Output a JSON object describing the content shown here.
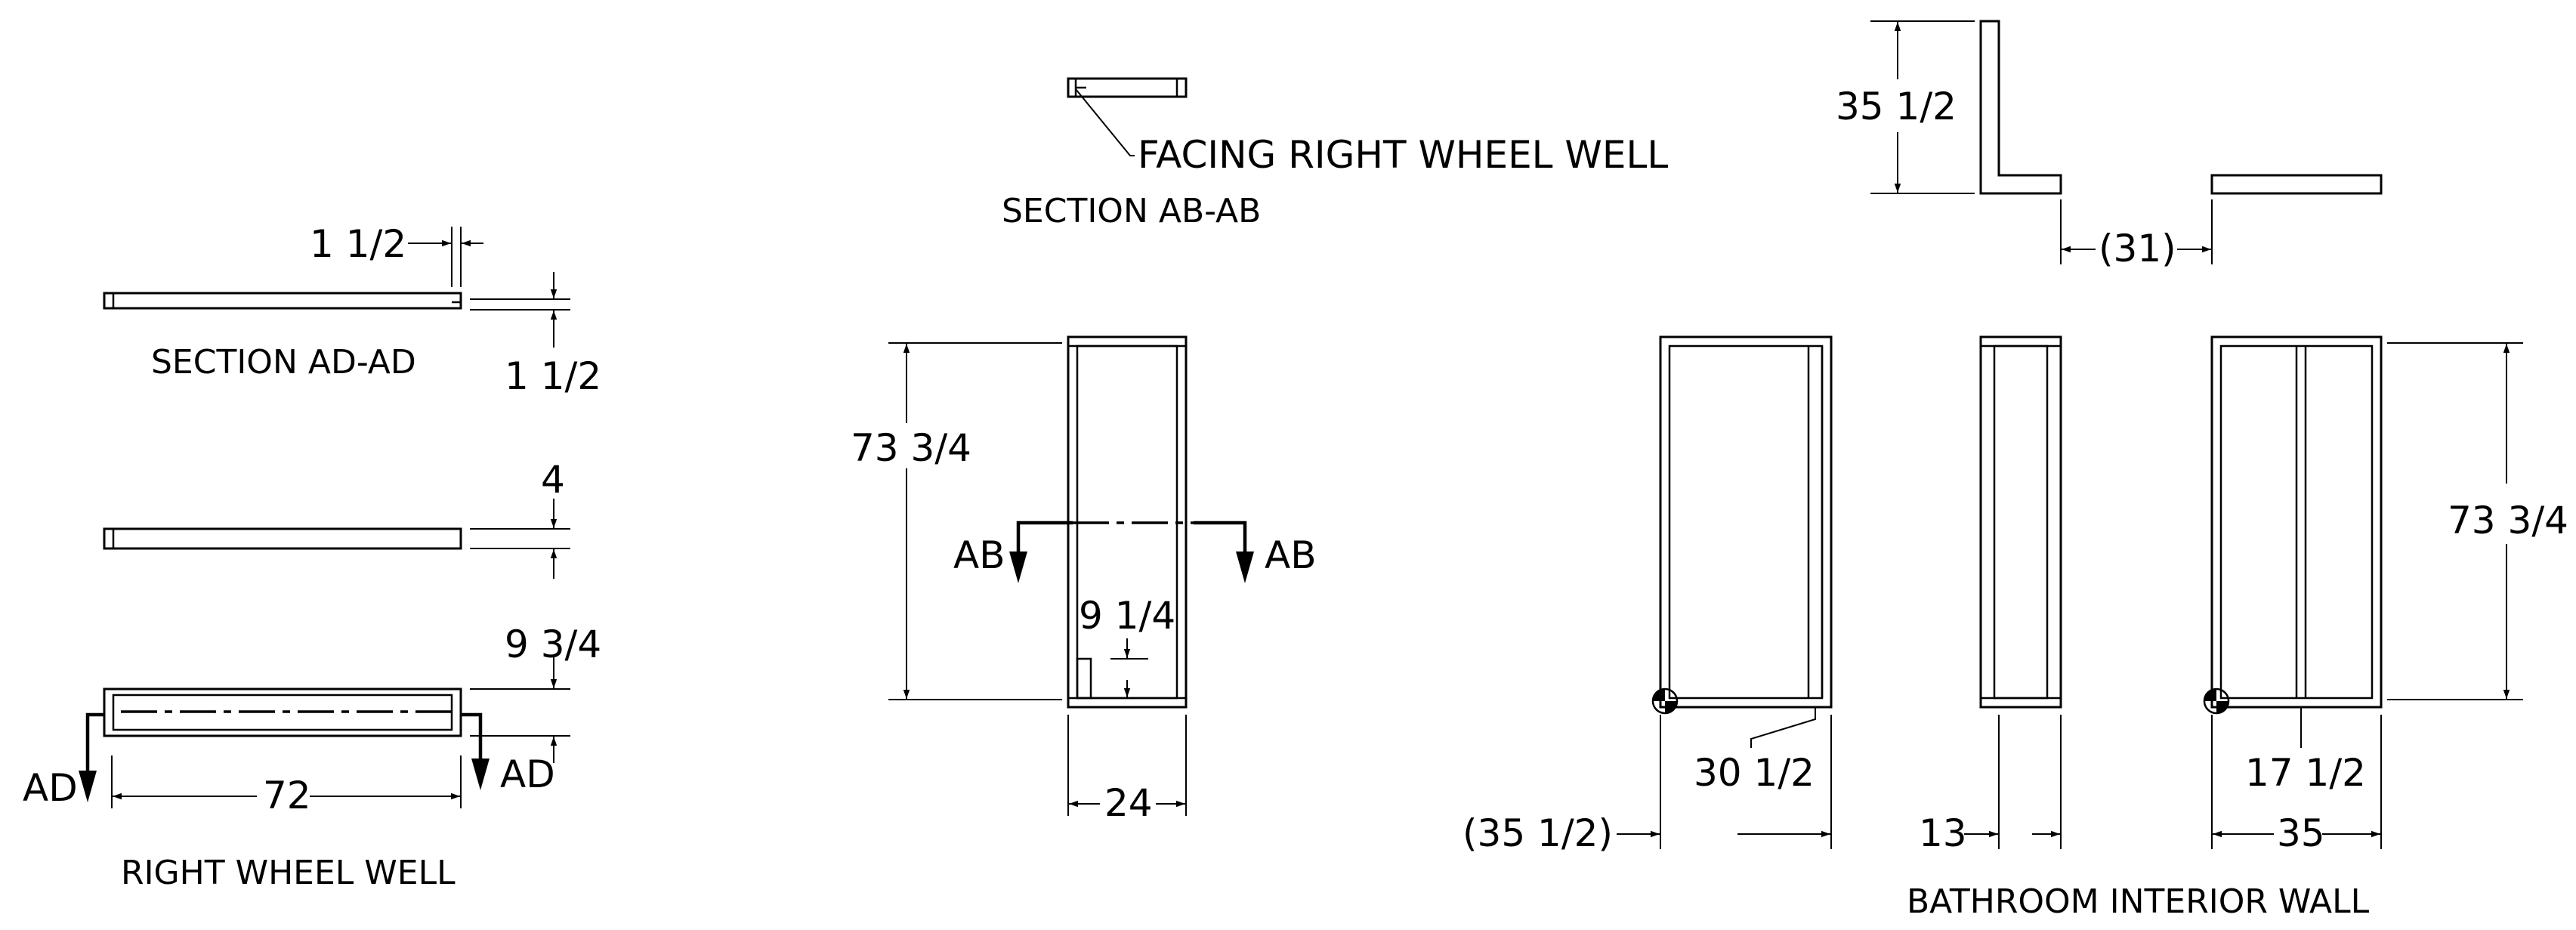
{
  "right_wheel_well": {
    "section_title": "SECTION AD-AD",
    "title": "RIGHT WHEEL WELL",
    "dim_thickness_x": "1 1/2",
    "dim_thickness_y": "1 1/2",
    "dim_height_4": "4",
    "dim_height_9": "9 3/4",
    "dim_length": "72",
    "cut_label_left": "AD",
    "cut_label_right": "AD"
  },
  "section_ab": {
    "title": "SECTION AB-AB",
    "callout": "FACING RIGHT WHEEL WELL"
  },
  "facing_panel": {
    "dim_height": "73 3/4",
    "dim_width": "24",
    "dim_inner": "9 1/4",
    "cut_label_left": "AB",
    "cut_label_right": "AB"
  },
  "bathroom_wall": {
    "title": "BATHROOM INTERIOR WALL",
    "dim_plan_height": "35 1/2",
    "dim_gap": "(31)",
    "dim_height": "73 3/4",
    "dim_a_width": "(35 1/2)",
    "dim_a_stud": "30 1/2",
    "dim_b_width": "13",
    "dim_c_width": "35",
    "dim_c_stud": "17 1/2"
  }
}
